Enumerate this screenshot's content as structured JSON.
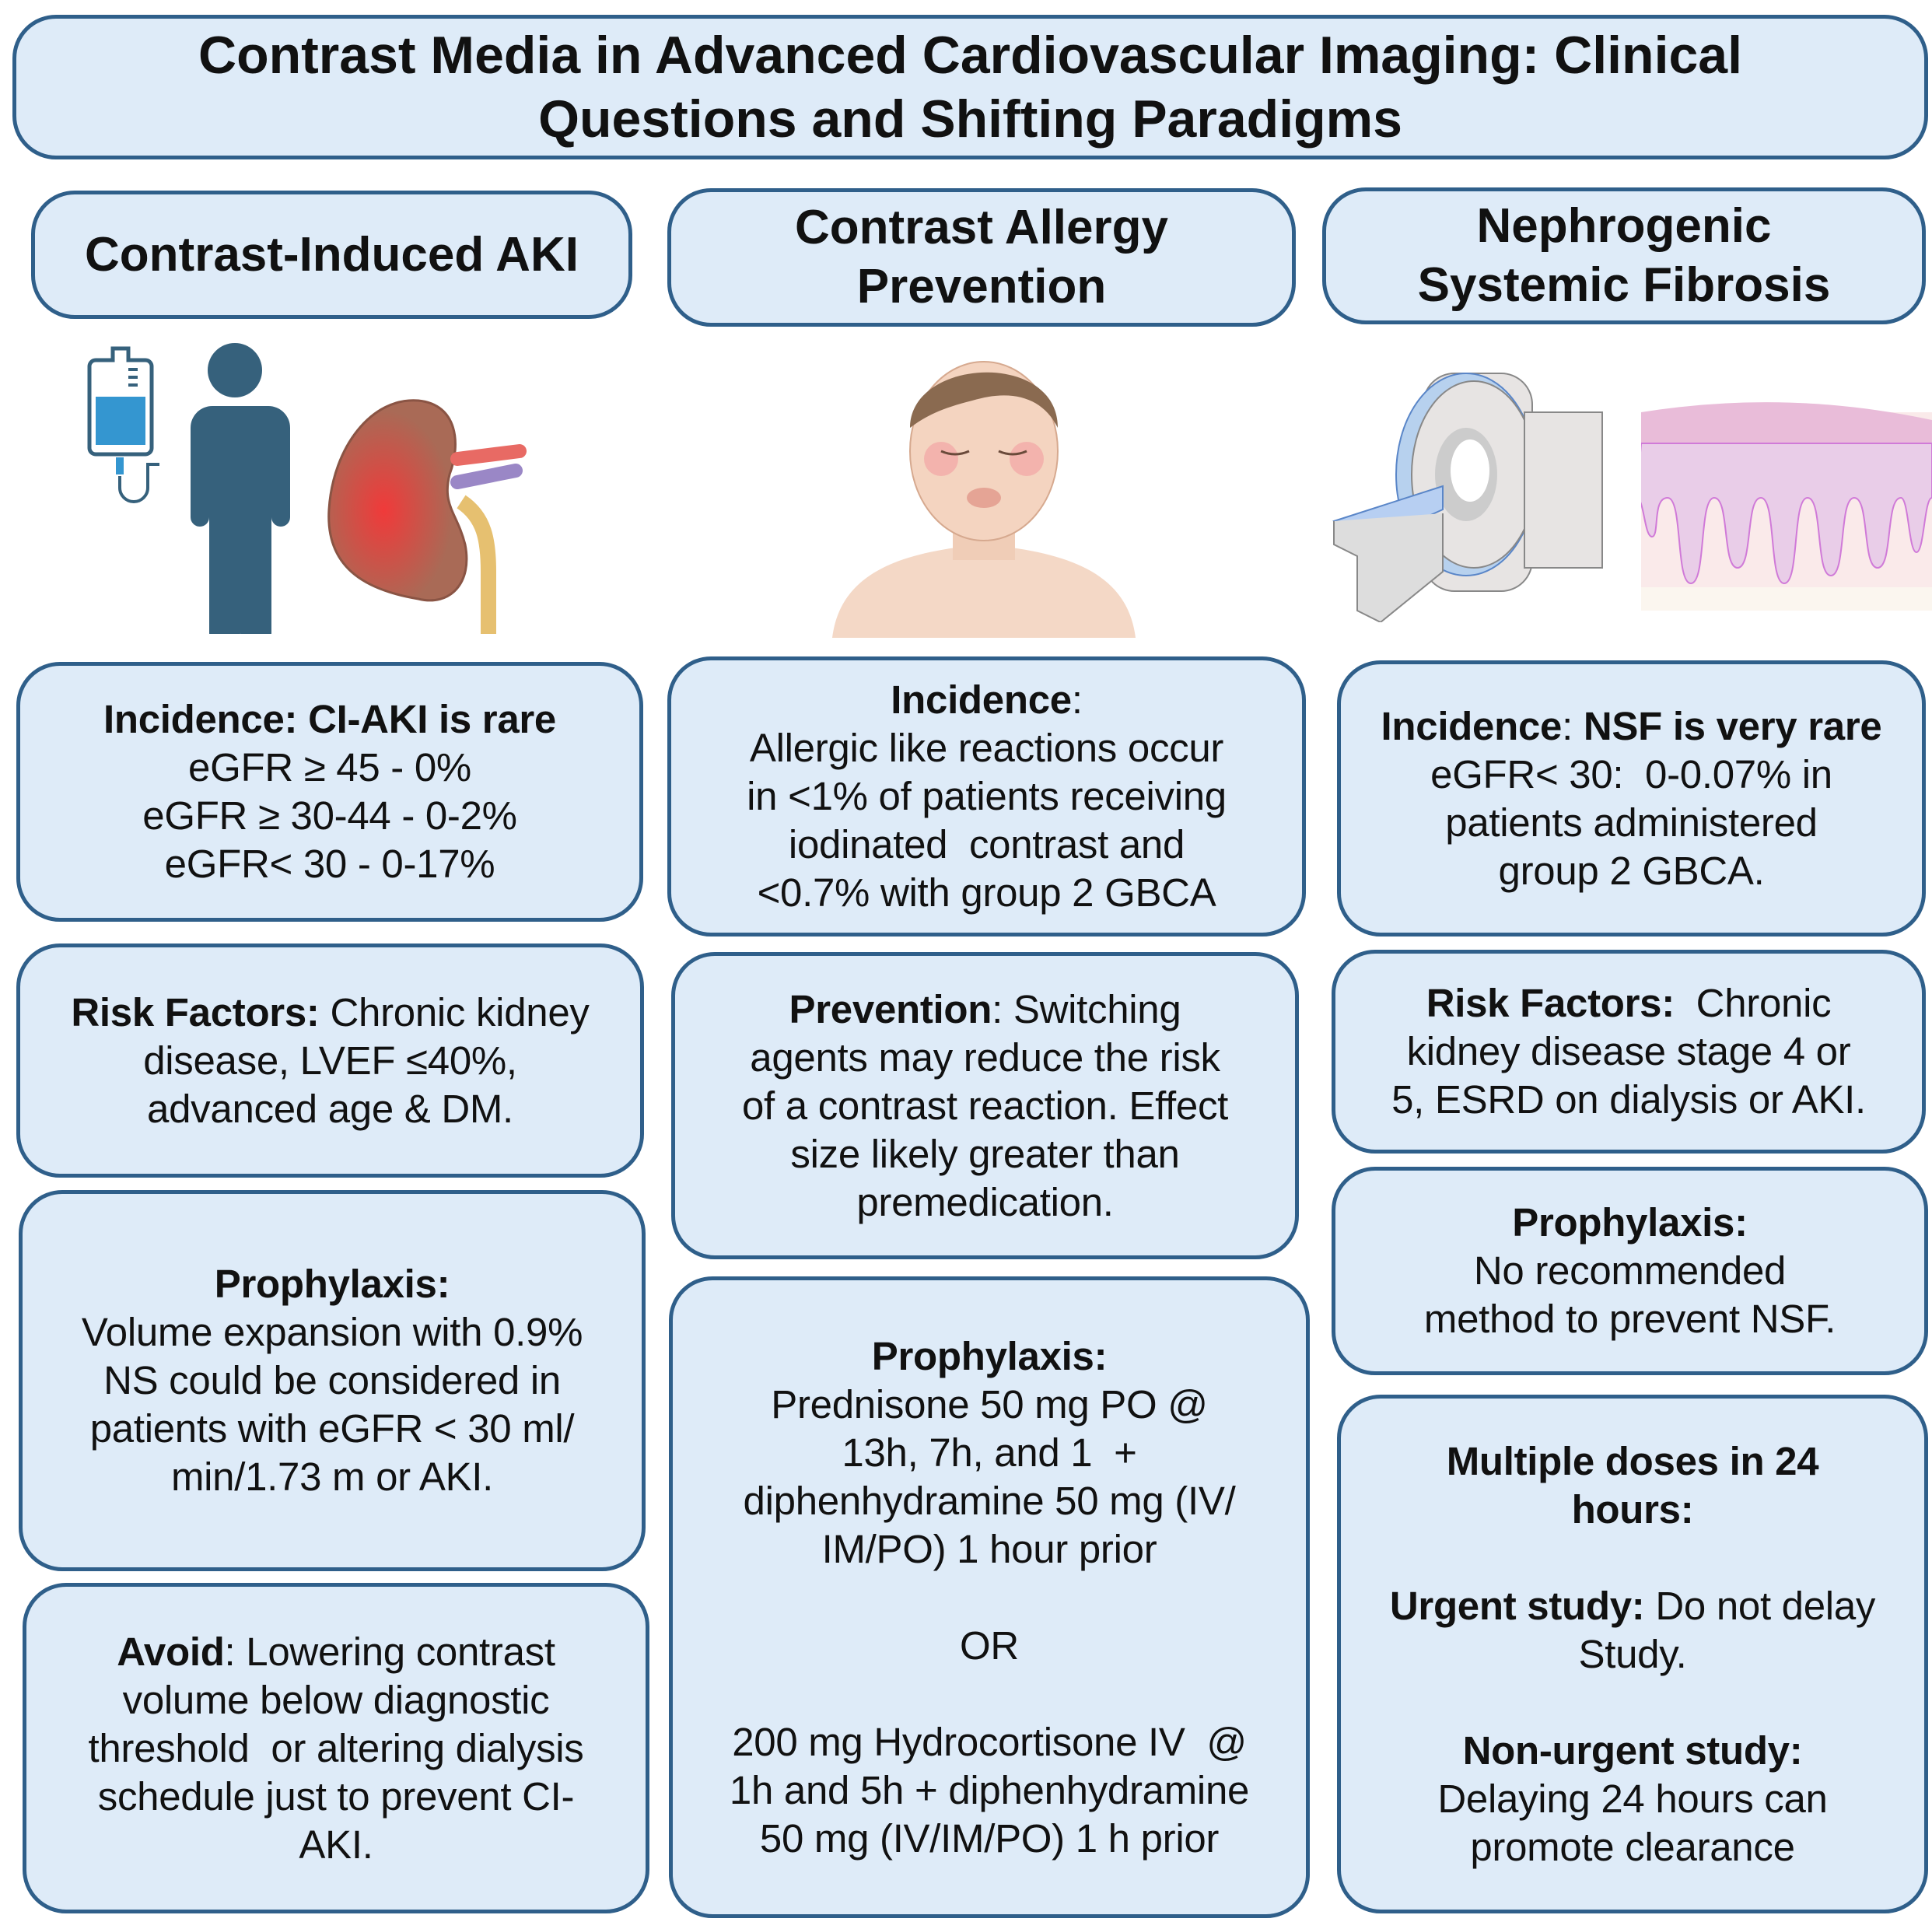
{
  "title": [
    "Contrast Media in Advanced Cardiovascular Imaging: Clinical",
    "Questions and Shifting Paradigms"
  ],
  "colors": {
    "box_fill": "#deebf8",
    "box_border": "#2f5f8a",
    "figure": "#36617c"
  },
  "columns": [
    {
      "header": [
        "Contrast-Induced AKI"
      ],
      "illustrations": [
        "iv-bag-icon",
        "person-icon",
        "kidney-icon"
      ],
      "boxes": [
        [
          [
            {
              "b": true,
              "t": "Incidence: CI-AKI is rare"
            }
          ],
          [
            {
              "t": "eGFR ≥ 45 - 0%"
            }
          ],
          [
            {
              "t": "eGFR ≥ 30-44 - 0-2%"
            }
          ],
          [
            {
              "t": "eGFR< 30 - 0-17%"
            }
          ]
        ],
        [
          [
            {
              "b": true,
              "t": "Risk Factors:"
            },
            {
              "t": " Chronic kidney"
            }
          ],
          [
            {
              "t": "disease, LVEF ≤40%,"
            }
          ],
          [
            {
              "t": "advanced age & DM."
            }
          ]
        ],
        [
          [
            {
              "b": true,
              "t": "Prophylaxis:"
            }
          ],
          [
            {
              "t": "Volume expansion with 0.9%"
            }
          ],
          [
            {
              "t": "NS could be considered in"
            }
          ],
          [
            {
              "t": "patients with eGFR < 30 ml/"
            }
          ],
          [
            {
              "t": "min/1.73 m or AKI."
            }
          ]
        ],
        [
          [
            {
              "b": true,
              "t": "Avoid"
            },
            {
              "t": ": Lowering contrast"
            }
          ],
          [
            {
              "t": "volume below diagnostic"
            }
          ],
          [
            {
              "t": "threshold  or altering dialysis"
            }
          ],
          [
            {
              "t": "schedule just to prevent CI-"
            }
          ],
          [
            {
              "t": "AKI."
            }
          ]
        ]
      ]
    },
    {
      "header": [
        "Contrast Allergy",
        "Prevention"
      ],
      "illustrations": [
        "face-swelling-icon"
      ],
      "boxes": [
        [
          [
            {
              "b": true,
              "t": "Incidence"
            },
            {
              "t": ":"
            }
          ],
          [
            {
              "t": "Allergic like reactions occur"
            }
          ],
          [
            {
              "t": "in <1% of patients receiving"
            }
          ],
          [
            {
              "t": "iodinated  contrast and"
            }
          ],
          [
            {
              "t": "<0.7% with group 2 GBCA"
            }
          ]
        ],
        [
          [
            {
              "b": true,
              "t": "Prevention"
            },
            {
              "t": ": Switching"
            }
          ],
          [
            {
              "t": "agents may reduce the risk"
            }
          ],
          [
            {
              "t": "of a contrast reaction. Effect"
            }
          ],
          [
            {
              "t": "size likely greater than"
            }
          ],
          [
            {
              "t": "premedication."
            }
          ]
        ],
        [
          [
            {
              "b": true,
              "t": "Prophylaxis:"
            }
          ],
          [
            {
              "t": "Prednisone 50 mg PO @"
            }
          ],
          [
            {
              "t": "13h, 7h, and 1  +"
            }
          ],
          [
            {
              "t": "diphenhydramine 50 mg (IV/"
            }
          ],
          [
            {
              "t": "IM/PO) 1 hour prior"
            }
          ],
          [
            {
              "t": ""
            }
          ],
          [
            {
              "t": "OR"
            }
          ],
          [
            {
              "t": ""
            }
          ],
          [
            {
              "t": "200 mg Hydrocortisone IV  @"
            }
          ],
          [
            {
              "t": "1h and 5h + diphenhydramine"
            }
          ],
          [
            {
              "t": "50 mg (IV/IM/PO) 1 h prior"
            }
          ]
        ]
      ]
    },
    {
      "header": [
        "Nephrogenic",
        "Systemic Fibrosis"
      ],
      "illustrations": [
        "mri-scanner-icon",
        "skin-tissue-icon"
      ],
      "boxes": [
        [
          [
            {
              "b": true,
              "t": "Incidence"
            },
            {
              "t": ": "
            },
            {
              "b": true,
              "t": "NSF is very rare"
            }
          ],
          [
            {
              "t": "eGFR< 30:  0-0.07% in"
            }
          ],
          [
            {
              "t": "patients administered"
            }
          ],
          [
            {
              "t": "group 2 GBCA."
            }
          ]
        ],
        [
          [
            {
              "b": true,
              "t": "Risk Factors:"
            },
            {
              "t": "  Chronic"
            }
          ],
          [
            {
              "t": "kidney disease stage 4 or"
            }
          ],
          [
            {
              "t": "5, ESRD on dialysis or AKI."
            }
          ]
        ],
        [
          [
            {
              "b": true,
              "t": "Prophylaxis:"
            }
          ],
          [
            {
              "t": "No recommended"
            }
          ],
          [
            {
              "t": "method to prevent NSF."
            }
          ]
        ],
        [
          [
            {
              "b": true,
              "t": "Multiple doses in 24"
            }
          ],
          [
            {
              "b": true,
              "t": "hours:"
            }
          ],
          [
            {
              "t": ""
            }
          ],
          [
            {
              "b": true,
              "t": "Urgent study:"
            },
            {
              "t": " Do not delay"
            }
          ],
          [
            {
              "t": "Study."
            }
          ],
          [
            {
              "t": ""
            }
          ],
          [
            {
              "b": true,
              "t": "Non-urgent study:"
            }
          ],
          [
            {
              "t": "Delaying 24 hours can"
            }
          ],
          [
            {
              "t": "promote clearance"
            }
          ]
        ]
      ]
    }
  ]
}
